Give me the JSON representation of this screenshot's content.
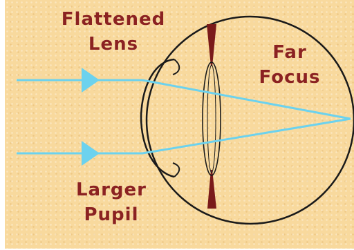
{
  "labels": {
    "flattened_lens": [
      "Flattened",
      "Lens"
    ],
    "far_focus": [
      "Far",
      "Focus"
    ],
    "larger_pupil": [
      "Larger",
      "Pupil"
    ]
  },
  "colors": {
    "background": "#f8d99d",
    "light_ray": "#6cd2ee",
    "outline": "#1a1a1a",
    "iris": "#7a1a1a",
    "label_text": "#8b2222"
  },
  "icons": [
    "eyeball-outline",
    "cornea-outline",
    "lens-outline",
    "iris",
    "light-ray-arrow"
  ]
}
